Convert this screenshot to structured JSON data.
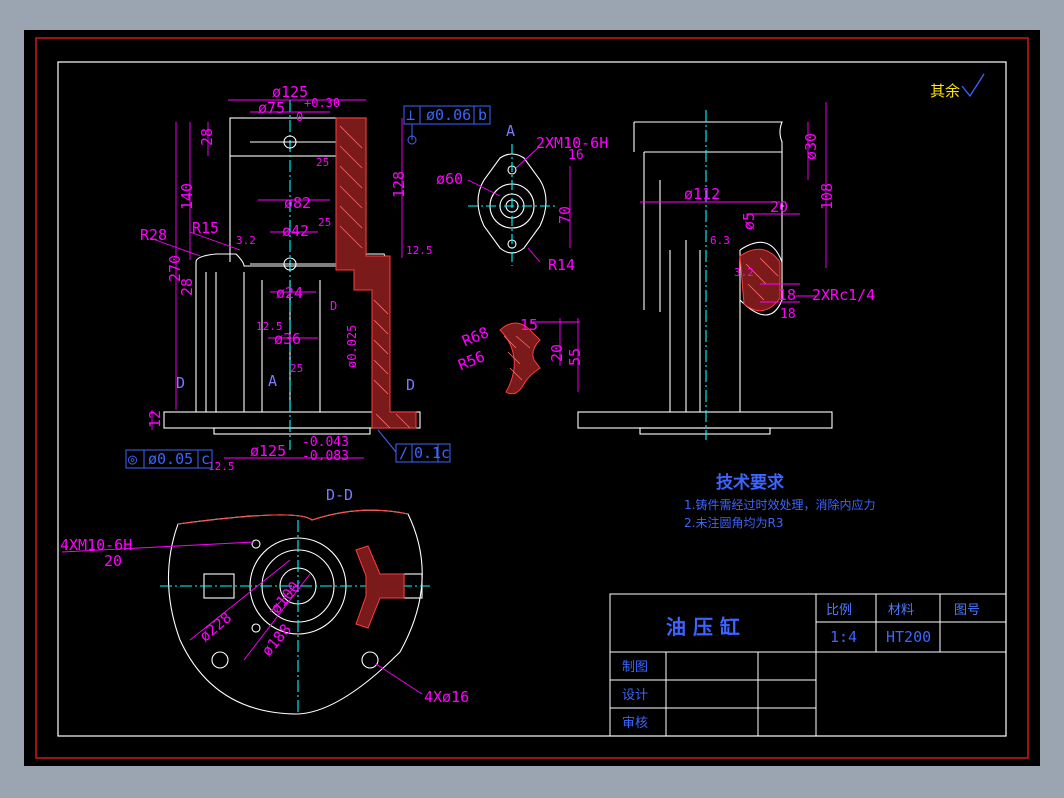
{
  "colors": {
    "background": "#9aa5b1",
    "paper": "#000000",
    "outer_border": "#ff2020",
    "frame": "#ffffff",
    "dimension": "#ff00ff",
    "centerline": "#00ffff",
    "hatch": "#ff3c3c",
    "note_text": "#3c64ff",
    "title_text": "#3c64ff",
    "section_label": "#7a7aff"
  },
  "roughness_note": "其余",
  "front_view": {
    "dims": {
      "d125": "ø125",
      "d75": "ø75",
      "tol_030": "+0.30",
      "tol_0": "0",
      "d82": "ø82",
      "d42": "ø42",
      "d24": "ø24",
      "d36": "ø36",
      "len140": "140",
      "len270": "270",
      "len28a": "28",
      "len28b": "28",
      "len128": "128",
      "len12": "12",
      "r28": "R28",
      "r15": "R15",
      "ra32": "3.2",
      "ra125": "12.5",
      "ra125b": "12.5",
      "ra125c": "12.5",
      "ra25": "25",
      "ra25b": "25",
      "ra25c": "25",
      "tol_003": "-0.043",
      "tol_008": "-0.083",
      "d125_base": "ø125",
      "fit_d": "ø0.025",
      "fit_d_ref": "D"
    },
    "fcf_top": {
      "sym": "⊥",
      "value": "ø0.06",
      "datum": "b"
    },
    "fcf_bottom": {
      "sym": "◎",
      "value": "ø0.05",
      "datum": "c"
    },
    "fcf_bottom_right": {
      "sym": "∕",
      "value": "0.1",
      "datum": "c"
    },
    "section_letters": {
      "left_d": "D",
      "right_d": "D",
      "a": "A"
    }
  },
  "view_a": {
    "label": "A",
    "thread": "2XM10-6H",
    "depth": "16",
    "d60": "ø60",
    "len70": "70",
    "r14": "R14"
  },
  "arc_detail": {
    "r68": "R68",
    "r56": "R56",
    "len15": "15",
    "len20": "20",
    "len55": "55"
  },
  "side_view": {
    "d112": "ø112",
    "d30": "ø30",
    "len108": "108",
    "len20": "20",
    "d5": "ø5",
    "len18": "18",
    "len18b": "18",
    "ra63": "6.3",
    "ra32": "3.2",
    "thread": "2XRc1/4"
  },
  "section_dd": {
    "label": "D-D",
    "thread": "4XM10-6H",
    "depth": "20",
    "d100": "ø100",
    "d188": "ø188",
    "d228": "ø228",
    "holes": "4Xø16"
  },
  "tech_req": {
    "title": "技术要求",
    "line1": "1.铸件需经过时效处理，消除内应力",
    "line2": "2.未注圆角均为R3"
  },
  "title_block": {
    "part_name": "油  压  缸",
    "h_scale": "比例",
    "h_material": "材料",
    "h_drawing_no": "图号",
    "scale": "1:4",
    "material": "HT200",
    "row_draw": "制图",
    "row_design": "设计",
    "row_review": "审核"
  }
}
